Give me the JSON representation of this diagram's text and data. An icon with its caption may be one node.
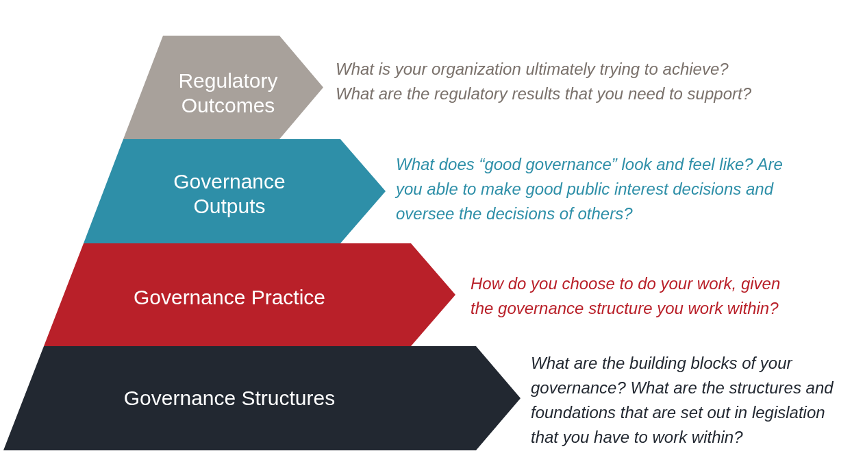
{
  "diagram": {
    "nodes": [
      {
        "text": [
          "Regulatory Outcomes"
        ],
        "beside": [
          "What is your organization ultimately trying to achieve? What are the regulatory results that you need to support?"
        ]
      },
      {
        "text": [
          "Governance Outputs"
        ],
        "beside": [
          "What does “good governance” look and feel like? Are you able to make good public interest decisions and oversee the decisions of others?"
        ]
      },
      {
        "text": [
          "Governance Practice"
        ],
        "beside": [
          "How do you choose to do your work, given the governance structure you work within?"
        ]
      },
      {
        "text": [
          "Governance Structures"
        ],
        "beside": [
          "What are the building blocks of your governance? What are the structures and foundations that are set out in legislation that you have to work within?"
        ]
      }
    ]
  }
}
